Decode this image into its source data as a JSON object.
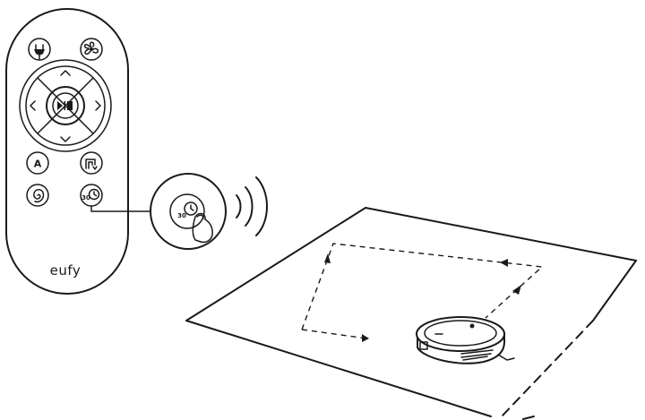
{
  "remote": {
    "brand_label": "eufy",
    "auto_button_letter": "A",
    "timer_button_label": "30"
  },
  "callout": {
    "timer_label": "30"
  },
  "colors": {
    "ink": "#1a1a1a",
    "background": "#ffffff"
  }
}
